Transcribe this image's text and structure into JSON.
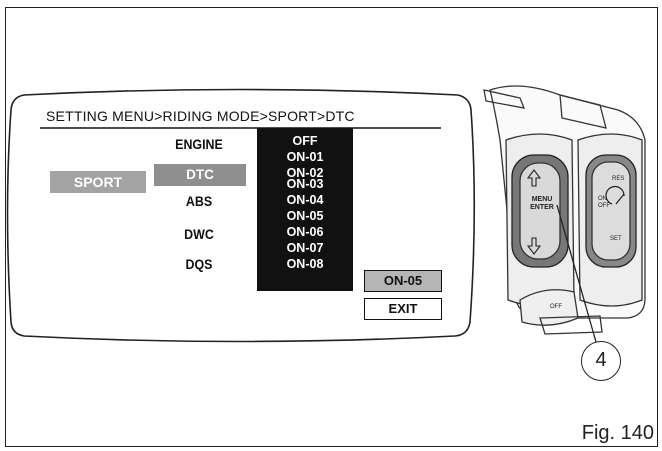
{
  "screen": {
    "breadcrumb": "SETTING MENU>RIDING MODE>SPORT>DTC",
    "mode_tab": "SPORT",
    "menu_items": [
      "ENGINE",
      "DTC",
      "ABS",
      "DWC",
      "DQS"
    ],
    "selected_menu_item": "DTC",
    "dtc_options": [
      "OFF",
      "ON-01",
      "ON-02",
      "ON-03",
      "ON-04",
      "ON-05",
      "ON-06",
      "ON-07",
      "ON-08"
    ],
    "selected_value": "ON-05",
    "exit_label": "EXIT"
  },
  "switch_labels": {
    "menu_enter": [
      "MENU",
      "ENTER"
    ],
    "on_off": [
      "ON",
      "OFF"
    ],
    "res": "RES",
    "set": "SET",
    "off": "OFF",
    "up_arrow_icon": "arrow-up-icon",
    "down_arrow_icon": "arrow-down-icon"
  },
  "callout": "4",
  "figure_label": "Fig. 140"
}
